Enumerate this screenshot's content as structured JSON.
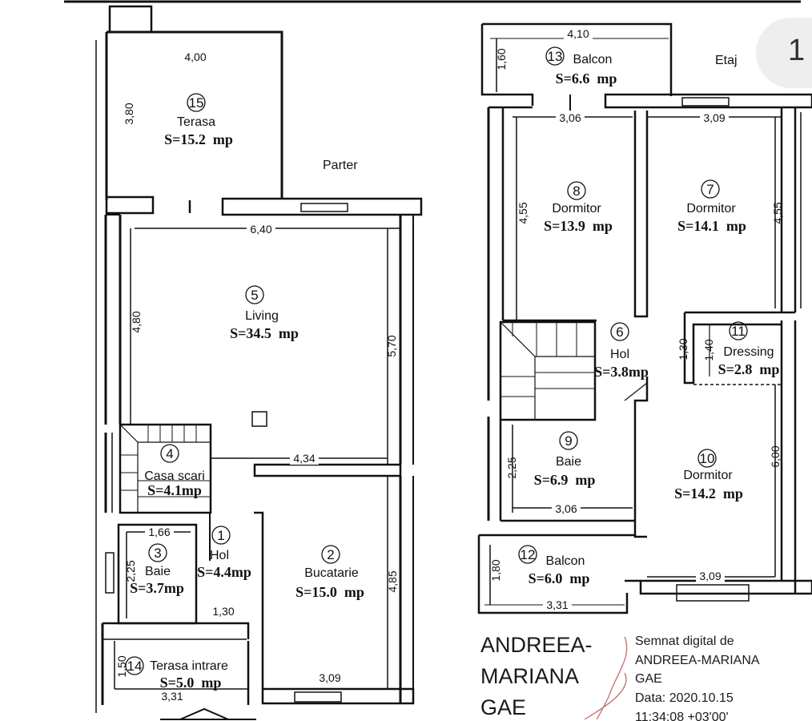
{
  "levels": {
    "ground": "Parter",
    "upper": "Etaj"
  },
  "page_number": "1",
  "rooms": [
    {
      "num": "15",
      "name": "Terasa",
      "area": "S=15.2  mp"
    },
    {
      "num": "5",
      "name": "Living",
      "area": "S=34.5  mp"
    },
    {
      "num": "4",
      "name": "Casa scari",
      "area": "S=4.1mp"
    },
    {
      "num": "1",
      "name": "Hol",
      "area": "S=4.4mp"
    },
    {
      "num": "3",
      "name": "Baie",
      "area": "S=3.7mp"
    },
    {
      "num": "2",
      "name": "Bucatarie",
      "area": "S=15.0  mp"
    },
    {
      "num": "14",
      "name": "Terasa intrare",
      "area": "S=5.0  mp"
    },
    {
      "num": "13",
      "name": "Balcon",
      "area": "S=6.6  mp"
    },
    {
      "num": "8",
      "name": "Dormitor",
      "area": "S=13.9  mp"
    },
    {
      "num": "7",
      "name": "Dormitor",
      "area": "S=14.1  mp"
    },
    {
      "num": "6",
      "name": "Hol",
      "area": "S=3.8mp"
    },
    {
      "num": "11",
      "name": "Dressing",
      "area": "S=2.8  mp"
    },
    {
      "num": "9",
      "name": "Baie",
      "area": "S=6.9  mp"
    },
    {
      "num": "10",
      "name": "Dormitor",
      "area": "S=14.2  mp"
    },
    {
      "num": "12",
      "name": "Balcon",
      "area": "S=6.0  mp"
    }
  ],
  "dimensions": [
    "4,00",
    "3,80",
    "6,40",
    "4,80",
    "5,70",
    "4,34",
    "1,66",
    "2,25",
    "1,30",
    "4,85",
    "3,09",
    "1,50",
    "3,31",
    "4,10",
    "1,60",
    "3,06",
    "3,09",
    "4,55",
    "4,55",
    "1,30",
    "1,40",
    "2,25",
    "3,06",
    "6,00",
    "1,80",
    "3,31",
    "3,09"
  ],
  "author_name": [
    "ANDREEA-",
    "MARIANA",
    "GAE"
  ],
  "signature": {
    "line1": "Semnat digital de",
    "line2": "ANDREEA-MARIANA",
    "line3": "GAE",
    "date": "Data: 2020.10.15",
    "time": "11:34:08 +03'00'"
  }
}
